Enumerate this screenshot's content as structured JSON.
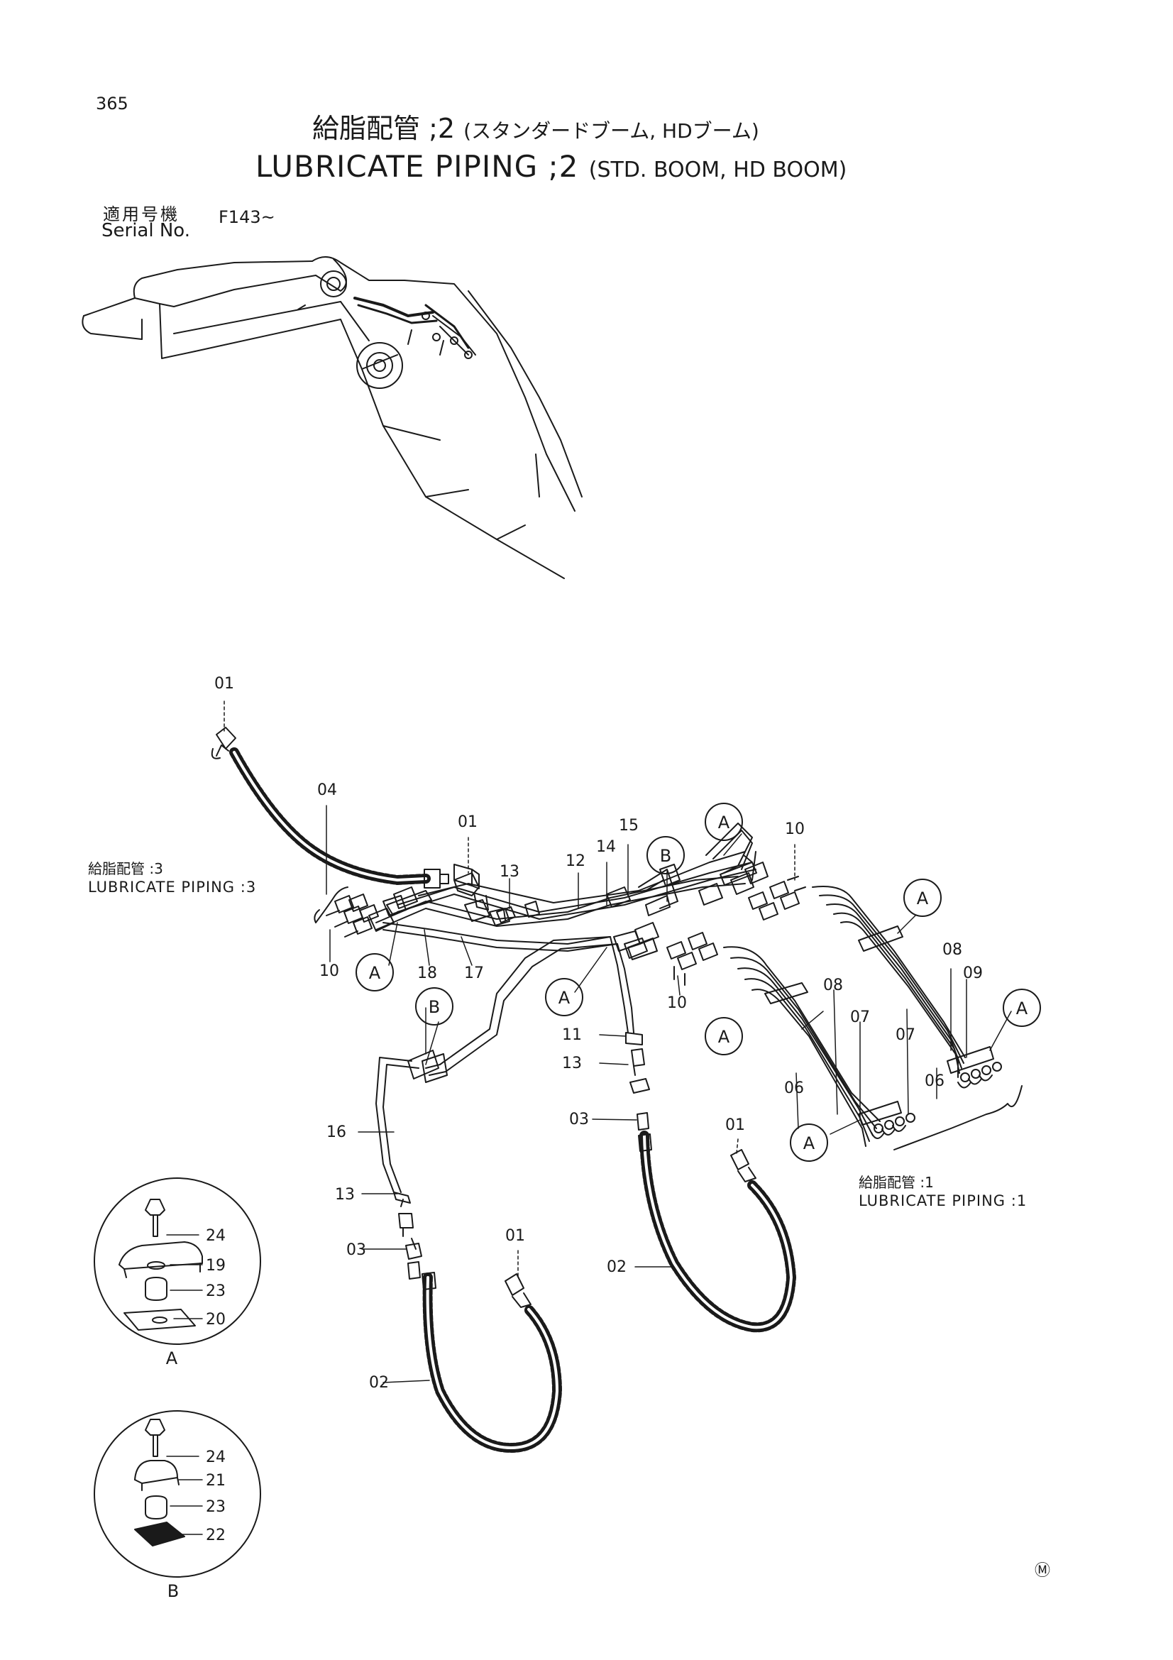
{
  "page": {
    "number": "365",
    "title_jp": "給脂配管 ;2",
    "title_jp_variant": "(スタンダードブーム, HDブーム)",
    "title_en": "LUBRICATE PIPING ;2",
    "title_en_variant": "(STD. BOOM, HD BOOM)",
    "serial_label_jp": "適用号機",
    "serial_label_en": "Serial No.",
    "serial_value": "F143~",
    "manufacturer_mark": "Ⓜ"
  },
  "references": {
    "piping3_jp": "給脂配管 :3",
    "piping3_en": "LUBRICATE PIPING :3",
    "piping1_jp": "給脂配管 :1",
    "piping1_en": "LUBRICATE PIPING :1"
  },
  "callouts": {
    "p01": "01",
    "p02": "02",
    "p03": "03",
    "p04": "04",
    "p06": "06",
    "p07": "07",
    "p08": "08",
    "p09": "09",
    "p10": "10",
    "p11": "11",
    "p12": "12",
    "p13": "13",
    "p14": "14",
    "p15": "15",
    "p16": "16",
    "p17": "17",
    "p18": "18",
    "p19": "19",
    "p20": "20",
    "p21": "21",
    "p22": "22",
    "p23": "23",
    "p24": "24"
  },
  "detail_markers": {
    "a": "A",
    "b": "B"
  },
  "colors": {
    "ink": "#1a1a1a",
    "paper": "#ffffff"
  }
}
